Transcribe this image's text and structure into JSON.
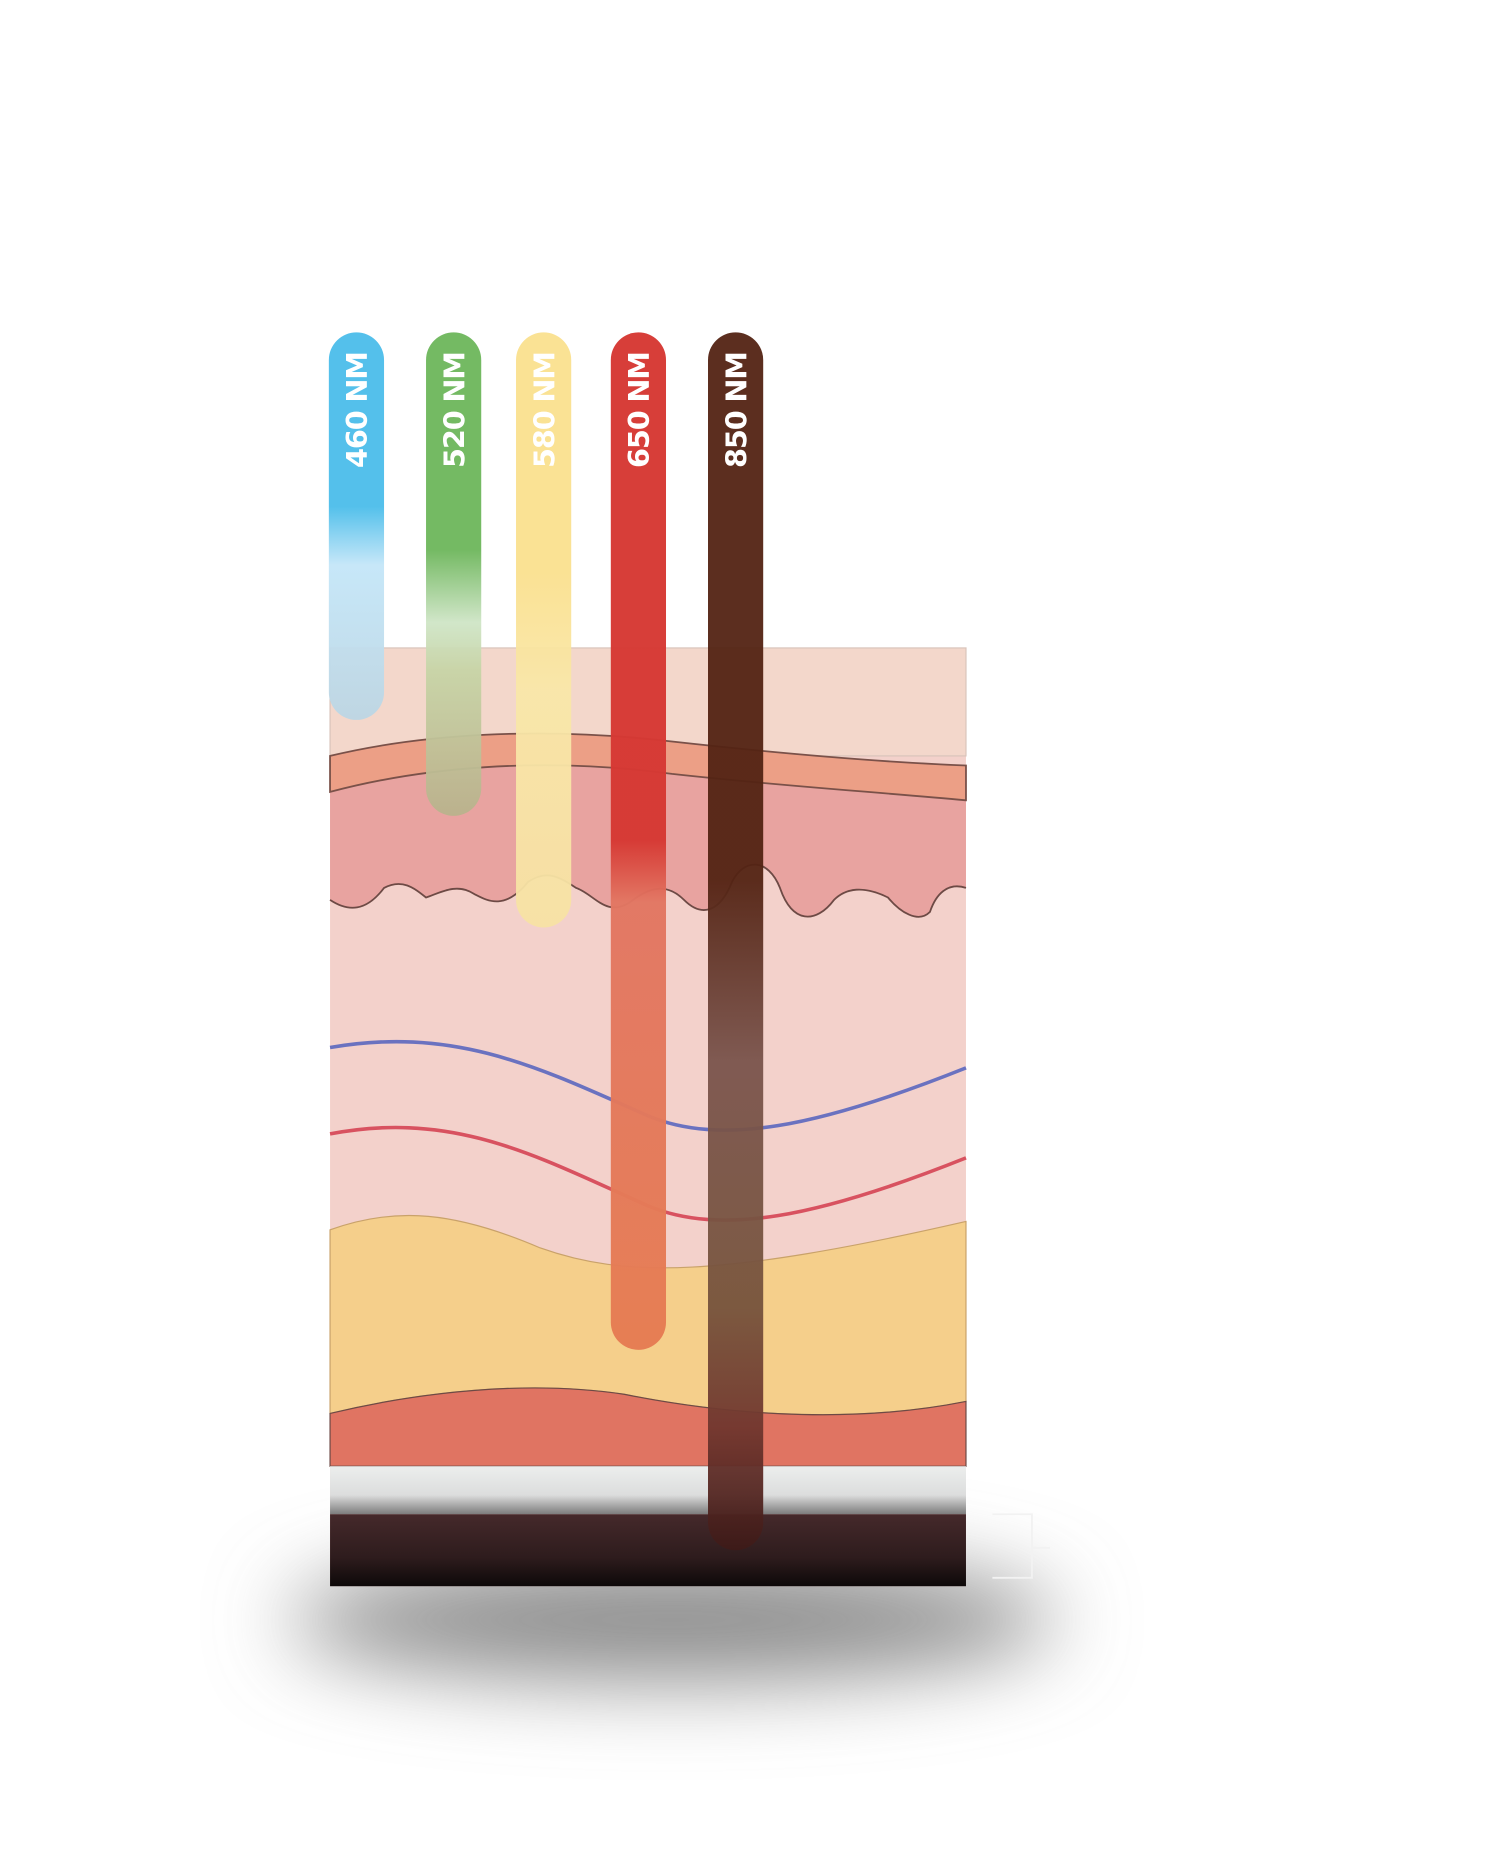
{
  "title": "Light wavelength skin penetration depth",
  "wavelengths": [
    {
      "label": "460 NM",
      "color": "#4bbdea"
    },
    {
      "label": "520 NM",
      "color": "#6db65b"
    },
    {
      "label": "580 NM",
      "color": "#fae08e"
    },
    {
      "label": "650 NM",
      "color": "#d63833"
    },
    {
      "label": "850 NM",
      "color": "#532313"
    }
  ],
  "layers": [
    {
      "name": "stratum",
      "color": "#f3d7cb"
    },
    {
      "name": "epidermis",
      "color": "#ec9f86"
    },
    {
      "name": "dermis-upper",
      "color": "#e8a3a0"
    },
    {
      "name": "dermis",
      "color": "#f3d1cb"
    },
    {
      "name": "subcutaneous-fat",
      "color": "#f5cf8b"
    },
    {
      "name": "muscle",
      "color": "#e07462"
    },
    {
      "name": "fascia",
      "color": "#e6e7e7"
    },
    {
      "name": "bone",
      "color": "#3f2829"
    }
  ]
}
